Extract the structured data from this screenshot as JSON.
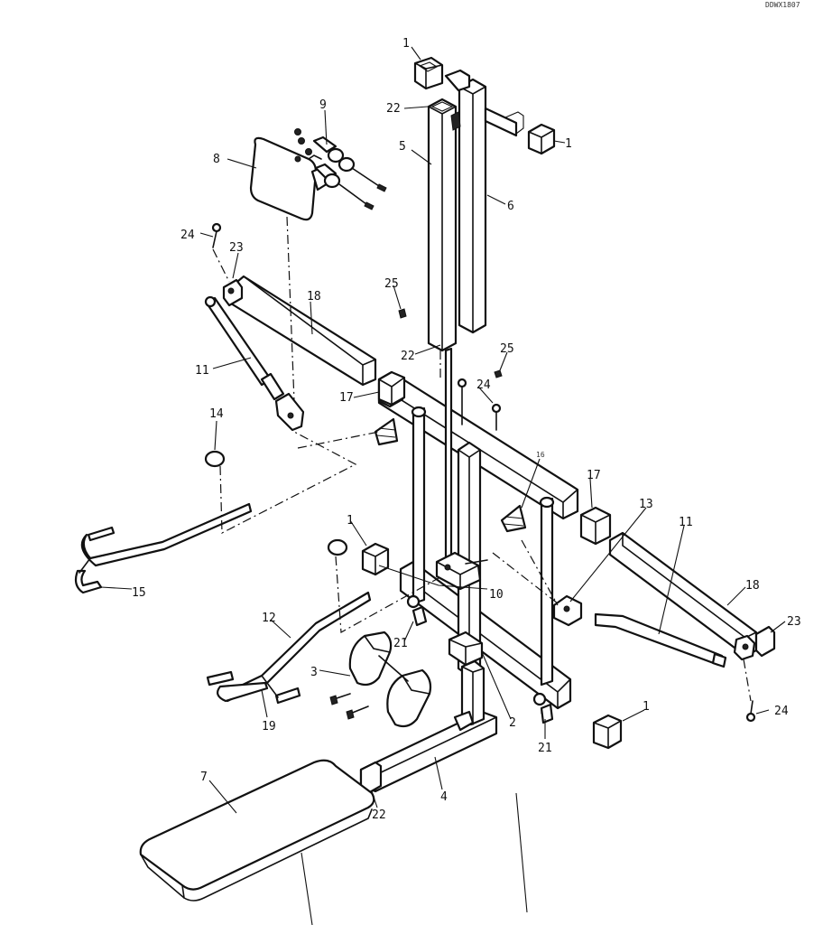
{
  "diagram": {
    "header_code": "DDWX1807",
    "labels": {
      "l1a": "1",
      "l1b": "1",
      "l1c": "1",
      "l1d": "1",
      "l2": "2",
      "l3": "3",
      "l4": "4",
      "l5": "5",
      "l6": "6",
      "l7": "7",
      "l8": "8",
      "l9": "9",
      "l10": "10",
      "l11a": "11",
      "l11b": "11",
      "l12": "12",
      "l13": "13",
      "l14": "14",
      "l15": "15",
      "l16": "16",
      "l17a": "17",
      "l17b": "17",
      "l18a": "18",
      "l18b": "18",
      "l19": "19",
      "l21a": "21",
      "l21b": "21",
      "l22a": "22",
      "l22b": "22",
      "l22c": "22",
      "l23a": "23",
      "l23b": "23",
      "l24a": "24",
      "l24b": "24",
      "l24c": "24",
      "l25a": "25",
      "l25b": "25"
    }
  }
}
